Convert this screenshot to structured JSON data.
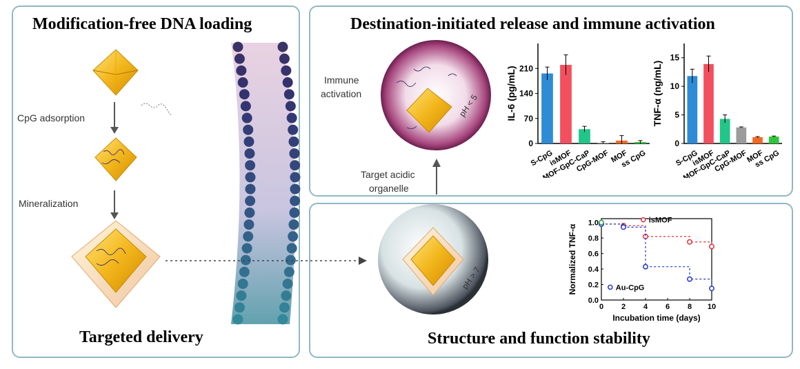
{
  "panels": {
    "loading": {
      "title": "Modification-free DNA loading",
      "step1": "CpG adsorption",
      "step2": "Mineralization",
      "footer": "Targeted delivery"
    },
    "release": {
      "title": "Destination-initiated release and immune activation",
      "immune_label_1": "Immune",
      "immune_label_2": "activation",
      "ph_low": "pH < 5",
      "target_label_1": "Target acidic",
      "target_label_2": "organelle"
    },
    "stability": {
      "title": "Structure and function stability",
      "ph_high": "pH > 7"
    }
  },
  "chart_data": [
    {
      "type": "bar",
      "ylabel": "IL-6 (pg/mL)",
      "ylim": [
        0,
        280
      ],
      "yticks": [
        0,
        70,
        140,
        210
      ],
      "categories": [
        "S-CpG",
        "isMOF",
        "MOF-GpC-CaP",
        "CpG-MOF",
        "MOF",
        "ss CpG"
      ],
      "values": [
        196,
        220,
        40,
        2,
        8,
        4
      ],
      "errors": [
        18,
        28,
        8,
        3,
        14,
        4
      ],
      "colors": [
        "#2e8bd6",
        "#f2505e",
        "#22c58a",
        "#9b9b9b",
        "#f26a22",
        "#2fc63d"
      ]
    },
    {
      "type": "bar",
      "ylabel": "TNF-α (ng/mL)",
      "ylim": [
        0,
        17.5
      ],
      "yticks": [
        0,
        5,
        10,
        15
      ],
      "categories": [
        "S-CpG",
        "isMOF",
        "MOF-GpC-CaP",
        "CpG-MOF",
        "MOF",
        "ss CpG"
      ],
      "values": [
        11.8,
        13.9,
        4.3,
        2.8,
        1.1,
        1.2
      ],
      "errors": [
        1.2,
        1.4,
        0.7,
        0.1,
        0.1,
        0.1
      ],
      "colors": [
        "#2e8bd6",
        "#f2505e",
        "#22c58a",
        "#9b9b9b",
        "#f26a22",
        "#2fc63d"
      ]
    },
    {
      "type": "line",
      "xlabel": "Incubation time (days)",
      "ylabel": "Normalized TNF-α",
      "xlim": [
        0,
        10
      ],
      "ylim": [
        0,
        1.05
      ],
      "xticks": [
        0,
        2,
        4,
        6,
        8,
        10
      ],
      "yticks": [
        0.0,
        0.2,
        0.4,
        0.6,
        0.8,
        1.0
      ],
      "series": [
        {
          "name": "isMOF",
          "color": "#e0303a",
          "x": [
            0,
            2,
            4,
            8,
            10
          ],
          "y": [
            0.98,
            0.96,
            0.82,
            0.75,
            0.69
          ]
        },
        {
          "name": "Au-CpG",
          "color": "#2433c9",
          "x": [
            0,
            2,
            4,
            8,
            10
          ],
          "y": [
            0.98,
            0.94,
            0.43,
            0.27,
            0.15
          ]
        }
      ],
      "extra_point": {
        "x": 0,
        "y": 1.0,
        "color": "#22a04a"
      }
    }
  ]
}
